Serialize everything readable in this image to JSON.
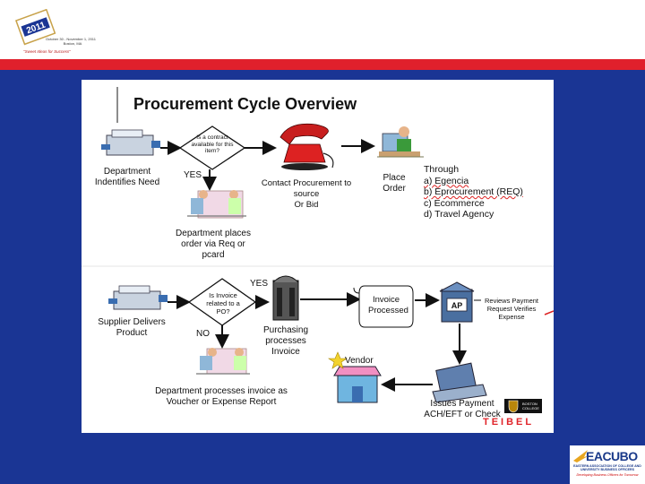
{
  "header": {
    "logo_year": "2011",
    "logo_dates": "October 30 - November 1, 2011",
    "logo_place": "Boston, MA",
    "tagline": "\"Sweet Ideas for Success\""
  },
  "slide": {
    "title": "Procurement Cycle Overview",
    "top_flow": {
      "dept_need": "Department Indentifies Need",
      "decision": "Is a contract available for this item?",
      "yes": "YES",
      "contact": "Contact Procurement to source",
      "or_bid": "Or Bid",
      "place_order": "Place Order",
      "dept_order": "Department places order via Req or pcard",
      "through": "Through",
      "through_items": [
        "a)  Egencia",
        "b)  Eprocurement (REQ)",
        "c)  Ecommerce",
        "d)  Travel Agency"
      ]
    },
    "bottom_flow": {
      "supplier": "Supplier Delivers Product",
      "decision": "Is Invoice related to a PO?",
      "yes": "YES",
      "no": "NO",
      "purchasing": "Purchasing processes Invoice",
      "invoice_processed": "Invoice Processed",
      "ap_label": "AP",
      "reviews": "Reviews Payment Request Verifies Expense",
      "vendor": "Vendor",
      "issues": "Issues Payment ACH/EFT or Check",
      "dept_voucher": "Department processes invoice as Voucher or Expense Report"
    },
    "footer_logo": "BOSTON COLLEGE",
    "watermark": "TEIBEL"
  },
  "eacubo": {
    "name": "EACUBO",
    "sub": "EASTERN ASSOCIATION OF COLLEGE AND UNIVERSITY BUSINESS OFFICERS",
    "motto": "Developing Business Officers for Tomorrow"
  },
  "colors": {
    "background": "#1a3594",
    "red_bar": "#e0202c",
    "slide_bg": "#ffffff"
  }
}
